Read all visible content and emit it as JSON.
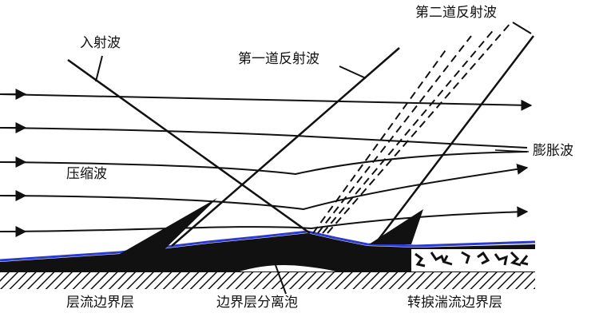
{
  "labels": {
    "incident_wave": "入射波",
    "first_reflected_wave": "第一道反射波",
    "second_reflected_wave": "第二道反射波",
    "compression_wave": "压缩波",
    "expansion_wave": "膨胀波",
    "laminar_boundary_layer": "层流边界层",
    "separation_bubble": "边界层分离泡",
    "turbulent_transition_layer": "转捩湍流边界层"
  },
  "colors": {
    "ink": "#111111",
    "boundary_layer_edge": "#2b3bd0",
    "background": "#ffffff"
  }
}
